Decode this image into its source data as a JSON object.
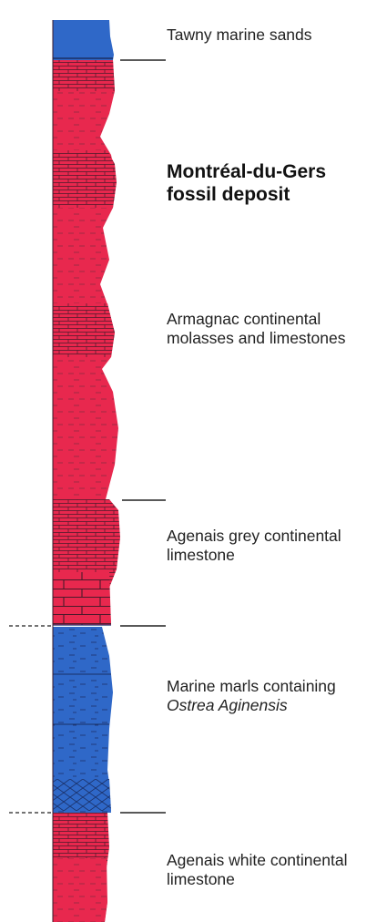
{
  "colors": {
    "limestone": "#e8284e",
    "marine": "#2f68c8",
    "pattern_line": "#4a1a2a",
    "boundary": "#222222"
  },
  "labels": {
    "tawny": "Tawny marine sands",
    "deposit_line1": "Montréal-du-Gers",
    "deposit_line2": "fossil deposit",
    "armagnac_line1": "Armagnac continental",
    "armagnac_line2": "molasses and limestones",
    "agenais_grey_line1": "Agenais grey continental",
    "agenais_grey_line2": "limestone",
    "marls_line1": "Marine marls containing",
    "marls_line2": "Ostrea Aginensis",
    "agenais_white_line1": "Agenais white continental",
    "agenais_white_line2": "limestone"
  },
  "units": [
    {
      "name": "tawny-marine-sands-unit",
      "lithology": "marine sand"
    },
    {
      "name": "armagnac-molasses-unit",
      "lithology": "continental molasse and limestone"
    },
    {
      "name": "agenais-grey-limestone-unit",
      "lithology": "continental limestone"
    },
    {
      "name": "marine-marls-unit",
      "lithology": "marine marl"
    },
    {
      "name": "agenais-white-limestone-unit",
      "lithology": "continental limestone"
    }
  ]
}
